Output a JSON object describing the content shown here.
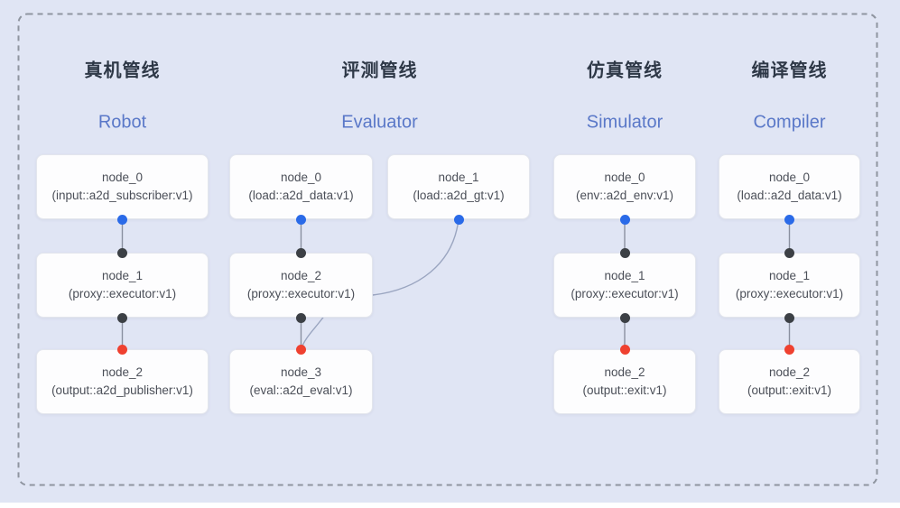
{
  "diagram": {
    "description": "Four A2D pipeline graphs inside one dashed group frame"
  },
  "colors": {
    "background": "#e0e5f4",
    "frame_border": "#8f95a0",
    "title_zh": "#2e3847",
    "title_en": "#5a78c8",
    "node_text": "#4b4f58",
    "node_bg": "#fdfdfe",
    "node_border": "#e3e6ed",
    "edge": "#8a90a0",
    "edge_curved": "#9aa5c0",
    "port_blue": "#2a6ae8",
    "port_black": "#3c4045",
    "port_red": "#ef4130"
  },
  "pipelines": [
    {
      "id": "robot",
      "title_zh": "真机管线",
      "title_en": "Robot",
      "nodes": [
        {
          "label": "node_0",
          "sub": "(input::a2d_subscriber:v1)",
          "col": 0,
          "row": 0,
          "ports": {
            "bottom": "blue"
          }
        },
        {
          "label": "node_1",
          "sub": "(proxy::executor:v1)",
          "col": 0,
          "row": 1,
          "ports": {
            "top": "black",
            "bottom": "black"
          }
        },
        {
          "label": "node_2",
          "sub": "(output::a2d_publisher:v1)",
          "col": 0,
          "row": 2,
          "ports": {
            "top": "red"
          }
        }
      ],
      "edges": [
        {
          "from": 0,
          "to": 1,
          "curved": false
        },
        {
          "from": 1,
          "to": 2,
          "curved": false
        }
      ]
    },
    {
      "id": "evaluator",
      "title_zh": "评测管线",
      "title_en": "Evaluator",
      "nodes": [
        {
          "label": "node_0",
          "sub": "(load::a2d_data:v1)",
          "col": 0,
          "row": 0,
          "ports": {
            "bottom": "blue"
          }
        },
        {
          "label": "node_1",
          "sub": "(load::a2d_gt:v1)",
          "col": 1,
          "row": 0,
          "ports": {
            "bottom": "blue"
          }
        },
        {
          "label": "node_2",
          "sub": "(proxy::executor:v1)",
          "col": 0,
          "row": 1,
          "ports": {
            "top": "black",
            "bottom": "black"
          }
        },
        {
          "label": "node_3",
          "sub": "(eval::a2d_eval:v1)",
          "col": 0,
          "row": 2,
          "ports": {
            "top": "red"
          }
        }
      ],
      "edges": [
        {
          "from": 0,
          "to": 2,
          "curved": false
        },
        {
          "from": 2,
          "to": 3,
          "curved": false
        },
        {
          "from": 1,
          "to": 3,
          "curved": true
        }
      ]
    },
    {
      "id": "simulator",
      "title_zh": "仿真管线",
      "title_en": "Simulator",
      "nodes": [
        {
          "label": "node_0",
          "sub": "(env::a2d_env:v1)",
          "col": 0,
          "row": 0,
          "ports": {
            "bottom": "blue"
          }
        },
        {
          "label": "node_1",
          "sub": "(proxy::executor:v1)",
          "col": 0,
          "row": 1,
          "ports": {
            "top": "black",
            "bottom": "black"
          }
        },
        {
          "label": "node_2",
          "sub": "(output::exit:v1)",
          "col": 0,
          "row": 2,
          "ports": {
            "top": "red"
          }
        }
      ],
      "edges": [
        {
          "from": 0,
          "to": 1,
          "curved": false
        },
        {
          "from": 1,
          "to": 2,
          "curved": false
        }
      ]
    },
    {
      "id": "compiler",
      "title_zh": "编译管线",
      "title_en": "Compiler",
      "nodes": [
        {
          "label": "node_0",
          "sub": "(load::a2d_data:v1)",
          "col": 0,
          "row": 0,
          "ports": {
            "bottom": "blue"
          }
        },
        {
          "label": "node_1",
          "sub": "(proxy::executor:v1)",
          "col": 0,
          "row": 1,
          "ports": {
            "top": "black",
            "bottom": "black"
          }
        },
        {
          "label": "node_2",
          "sub": "(output::exit:v1)",
          "col": 0,
          "row": 2,
          "ports": {
            "top": "red"
          }
        }
      ],
      "edges": [
        {
          "from": 0,
          "to": 1,
          "curved": false
        },
        {
          "from": 1,
          "to": 2,
          "curved": false
        }
      ]
    }
  ]
}
